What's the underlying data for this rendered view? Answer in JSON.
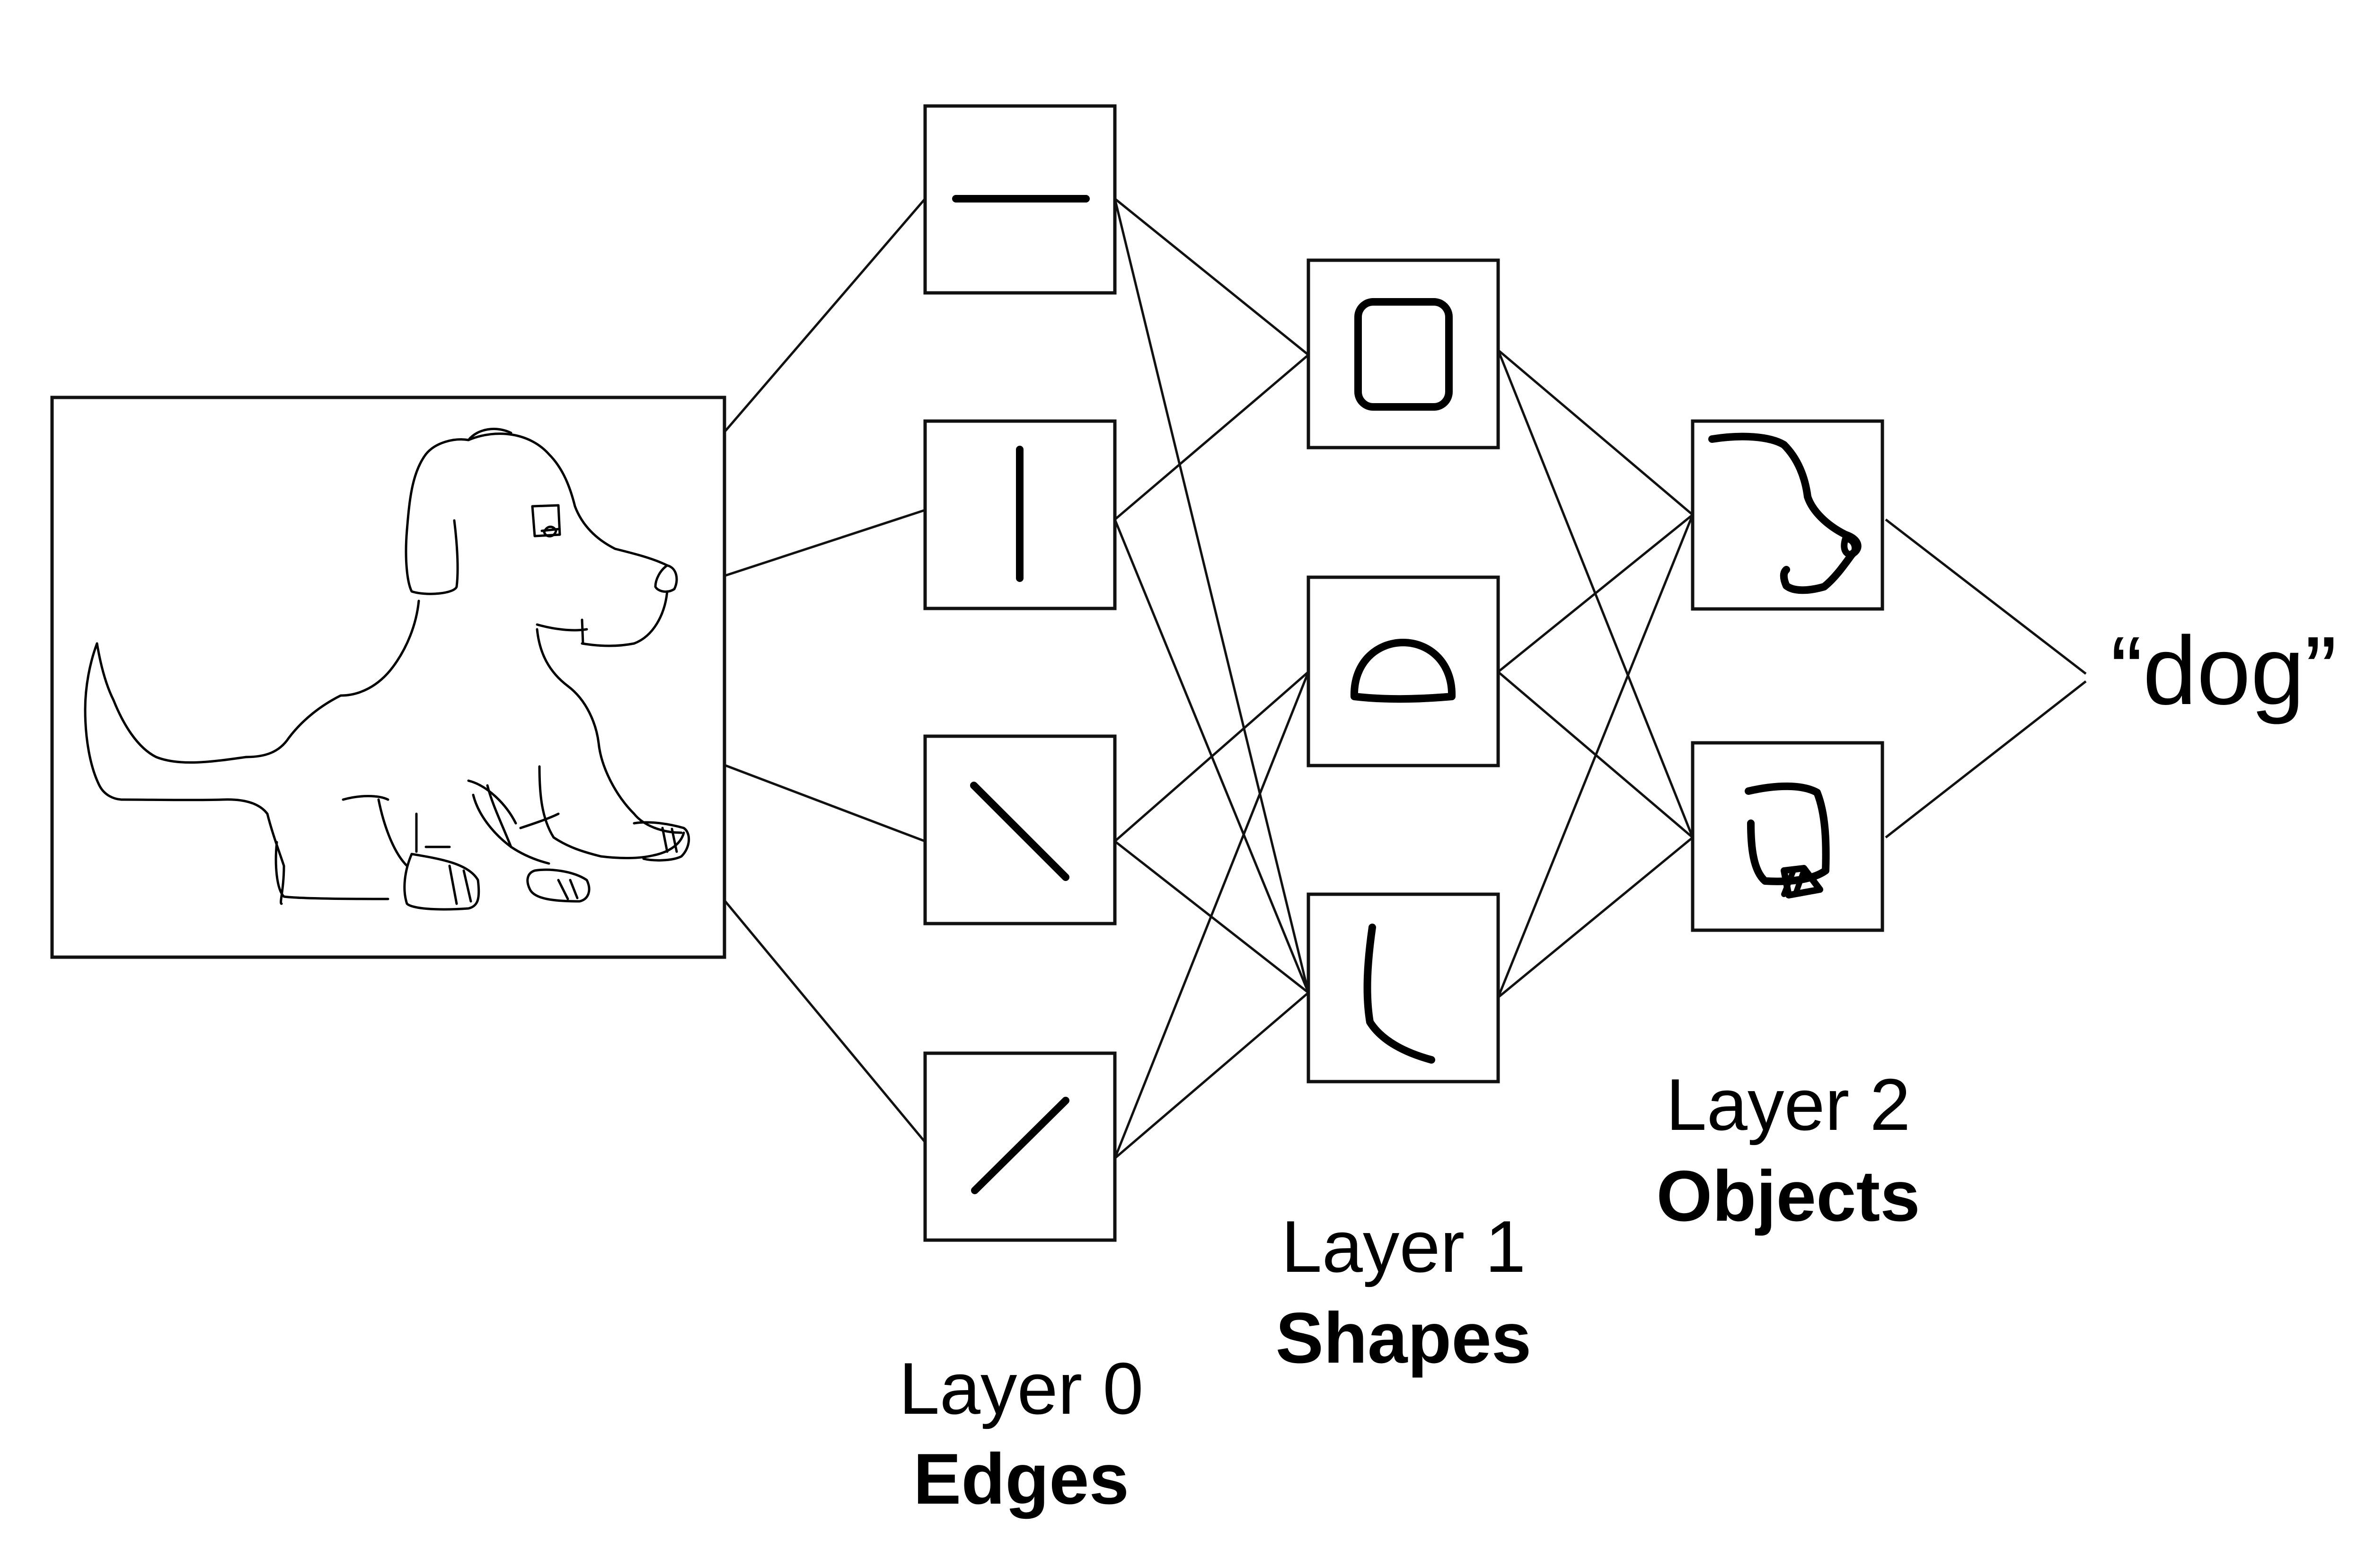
{
  "diagram": {
    "layers": [
      {
        "number_label": "Layer 0",
        "name": "Edges"
      },
      {
        "number_label": "Layer 1",
        "name": "Shapes"
      },
      {
        "number_label": "Layer 2",
        "name": "Objects"
      }
    ],
    "output_label": "“dog”",
    "icons": {
      "input": "dog-sketch",
      "layer0": [
        "horizontal-edge",
        "vertical-edge",
        "diagonal-down-edge",
        "diagonal-up-edge"
      ],
      "layer1": [
        "rounded-square-shape",
        "dome-shape",
        "curve-shape"
      ],
      "layer2": [
        "dog-head-object",
        "dog-leg-object"
      ]
    },
    "colors": {
      "ink": "#000000",
      "background": "#ffffff"
    }
  }
}
